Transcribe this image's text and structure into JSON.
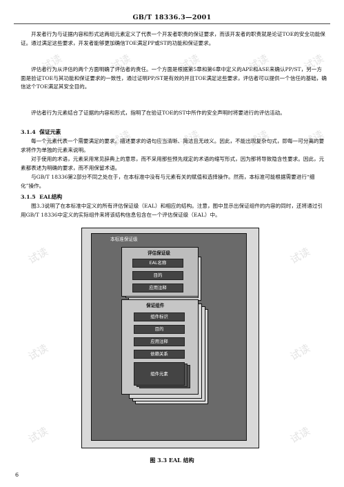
{
  "header": {
    "standard_no": "GB/T 18336.3—2001"
  },
  "paragraphs": {
    "p1": "开发者行为与证据内容和形式这两组元素定义了代表一个开发者职责的保证要求，而该开发者的职责就是论证TOE的安全功能保证。通过满足这些要求，开发者能够更加确信TOE满足PP或ST的功能和保证要求。",
    "p2": "评估者行为从评估的两个方面明确了评估者的责任。一个方面是根据第5章和第6章中定义的APE和ASE来确认PP/ST，另一方面是验证TOE与其功能和保证要求的一致性，通过证明PP/ST是有效的并且TOE满足这些要求，评估者可以提供一个信任的基础，确信这个TOE满足其安全目的。",
    "p3": "评估者行为元素结合了证据的内容和形式，指明了在验证TOE的ST中所作的安全声明时将要进行的评估活动。",
    "p4": "每一个元素代表一个需要满足的要求。描述要求的语句应当清晰、简洁且无歧义。因此，不能出现复杂句式，即每一可分离的要求将作为单独的元素来说明。",
    "p5": "对于使用的术语，元素采用常见辞典上的意思，而不采用那些预先规定的术语的缩写形式，因为那将导致隐含性要求。因此，元素都表述为明确的要求，而不用保留术语。",
    "p6": "与GB/T 18336第2部分不同之处在于，在本标准中没有与元素有关的赋值和选择操作。然而，本标准可能根据需要进行“细化”操作。",
    "p7": "图3.3说明了在本标准中定义的所有评估保证级（EAL）和相应的结构。注意，图中显示出保证组件的内容的同时，还将通过引用GB/T 18336中定义的实际组件来将该结构信息包含在一个评估保证级（EAL）中。"
  },
  "sections": {
    "s314": {
      "number": "3.1.4",
      "title": "保证元素"
    },
    "s315": {
      "number": "3.1.5",
      "title": "EAL结构"
    }
  },
  "diagram": {
    "outer_label": "本标准保证级",
    "eal_label": "评估保证级",
    "eal_name": "EAL名称",
    "objectives": "目的",
    "application_notes": "应用注释",
    "component_label": "保证组件",
    "component_id": "组件标识",
    "comp_objectives": "目的",
    "comp_app_notes": "应用注释",
    "dependencies": "依赖关系",
    "component_elements": "组件元素"
  },
  "figure": {
    "caption": "图 3.3   EAL 结构"
  },
  "page_number": "6",
  "watermark": "试读"
}
